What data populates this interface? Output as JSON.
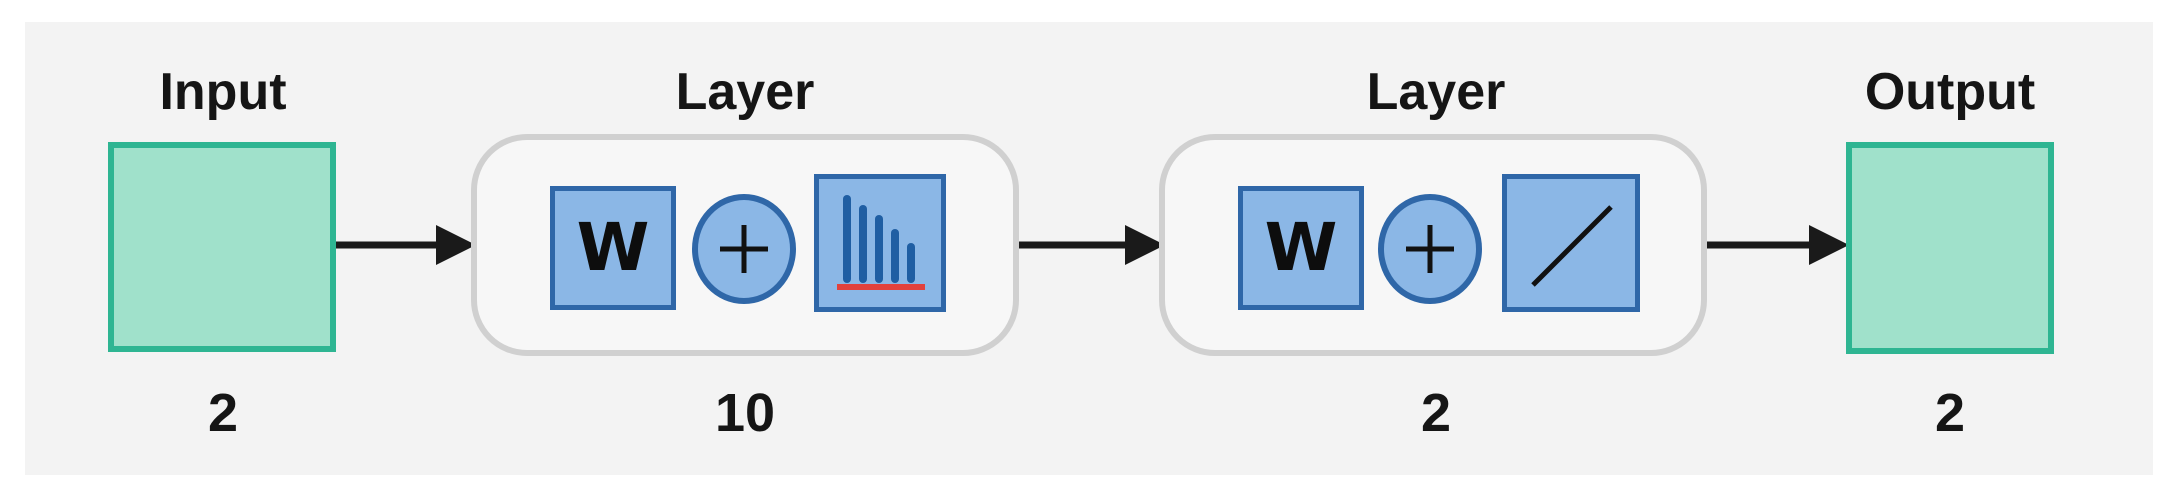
{
  "diagram": {
    "input": {
      "title": "Input",
      "size": "2"
    },
    "layer1": {
      "title": "Layer",
      "size": "10",
      "weight_label": "W",
      "activation_icon": "bar-chart-icon"
    },
    "layer2": {
      "title": "Layer",
      "size": "2",
      "weight_label": "W",
      "activation_icon": "linear-icon"
    },
    "output": {
      "title": "Output",
      "size": "2"
    },
    "colors": {
      "io_fill": "#a0e1cb",
      "io_border": "#2eb592",
      "icon_fill": "#8bb7e6",
      "icon_border": "#2f67a8",
      "layer_border": "#d0d0d0",
      "baseline_red": "#e2413d",
      "arrow": "#1a1a1a"
    }
  }
}
